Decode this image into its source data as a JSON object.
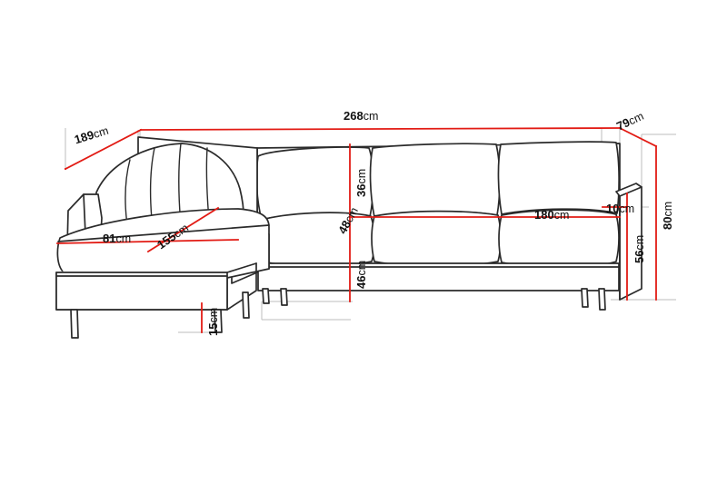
{
  "drawing": {
    "type": "technical-dimension-drawing",
    "subject": "L-shaped corner sofa with left-hand chaise",
    "units": "cm",
    "background_color": "#ffffff",
    "outline_color": "#2b2b2b",
    "dimension_line_color": "#e21b14",
    "guide_line_color": "#b9b9b9",
    "label_color": "#111111"
  },
  "dimensions": {
    "overall_width": {
      "value": "268",
      "unit": "cm",
      "position": "top-center",
      "rotation": 0
    },
    "chaise_depth": {
      "value": "189",
      "unit": "cm",
      "position": "top-left",
      "rotation": -17
    },
    "right_arm_depth": {
      "value": "79",
      "unit": "cm",
      "position": "top-right",
      "rotation": -25
    },
    "overall_height": {
      "value": "80",
      "unit": "cm",
      "position": "far-right",
      "rotation": -90
    },
    "back_height_to_seat": {
      "value": "56",
      "unit": "cm",
      "position": "right-inner",
      "rotation": -90
    },
    "arm_width": {
      "value": "10",
      "unit": "cm",
      "position": "right-arm",
      "rotation": 0
    },
    "seat_width_main": {
      "value": "180",
      "unit": "cm",
      "position": "main-seat",
      "rotation": 0
    },
    "backrest_height": {
      "value": "36",
      "unit": "cm",
      "position": "center-upper",
      "rotation": -90
    },
    "seat_depth": {
      "value": "48",
      "unit": "cm",
      "position": "center-middle",
      "rotation": -62
    },
    "seat_height": {
      "value": "46",
      "unit": "cm",
      "position": "center-lower",
      "rotation": -90
    },
    "chaise_seat_width": {
      "value": "81",
      "unit": "cm",
      "position": "chaise-seat",
      "rotation": 0
    },
    "chaise_seat_depth": {
      "value": "155",
      "unit": "cm",
      "position": "chaise-diagonal",
      "rotation": -35
    },
    "leg_height": {
      "value": "15",
      "unit": "cm",
      "position": "bottom-left",
      "rotation": -90
    }
  },
  "labels": [
    {
      "id": "w-268",
      "text": "268",
      "unit": "cm"
    },
    {
      "id": "d-189",
      "text": "189",
      "unit": "cm"
    },
    {
      "id": "d-79",
      "text": "79",
      "unit": "cm"
    },
    {
      "id": "h-80",
      "text": "80",
      "unit": "cm"
    },
    {
      "id": "h-56",
      "text": "56",
      "unit": "cm"
    },
    {
      "id": "w-10",
      "text": "10",
      "unit": "cm"
    },
    {
      "id": "w-180",
      "text": "180",
      "unit": "cm"
    },
    {
      "id": "h-36",
      "text": "36",
      "unit": "cm"
    },
    {
      "id": "d-48",
      "text": "48",
      "unit": "cm"
    },
    {
      "id": "h-46",
      "text": "46",
      "unit": "cm"
    },
    {
      "id": "w-81",
      "text": "81",
      "unit": "cm"
    },
    {
      "id": "d-155",
      "text": "155",
      "unit": "cm"
    },
    {
      "id": "h-15",
      "text": "15",
      "unit": "cm"
    }
  ]
}
